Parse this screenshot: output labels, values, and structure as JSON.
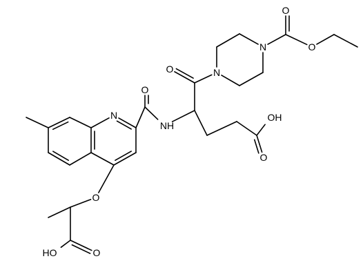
{
  "molecule": {
    "atoms": [
      {
        "id": "Me7",
        "label": ""
      },
      {
        "id": "C7",
        "label": ""
      },
      {
        "id": "C8",
        "label": ""
      },
      {
        "id": "C8a",
        "label": ""
      },
      {
        "id": "C4a",
        "label": ""
      },
      {
        "id": "C5",
        "label": ""
      },
      {
        "id": "C6",
        "label": ""
      },
      {
        "id": "N1",
        "label": "N"
      },
      {
        "id": "C2",
        "label": ""
      },
      {
        "id": "C3",
        "label": ""
      },
      {
        "id": "C4",
        "label": ""
      },
      {
        "id": "Oe",
        "label": "O"
      },
      {
        "id": "Cq",
        "label": ""
      },
      {
        "id": "Cme",
        "label": ""
      },
      {
        "id": "Cac",
        "label": ""
      },
      {
        "id": "Oac1",
        "label": "O"
      },
      {
        "id": "Oac2",
        "label": "HO"
      },
      {
        "id": "Cam",
        "label": ""
      },
      {
        "id": "Oam",
        "label": "O"
      },
      {
        "id": "Nam",
        "label": "NH"
      },
      {
        "id": "Ca",
        "label": ""
      },
      {
        "id": "Cb",
        "label": ""
      },
      {
        "id": "Cg",
        "label": ""
      },
      {
        "id": "Cd",
        "label": ""
      },
      {
        "id": "Od1",
        "label": "OH"
      },
      {
        "id": "Od2",
        "label": "O"
      },
      {
        "id": "Ck",
        "label": ""
      },
      {
        "id": "Ok",
        "label": "O"
      },
      {
        "id": "Np1",
        "label": "N"
      },
      {
        "id": "P2",
        "label": ""
      },
      {
        "id": "P3",
        "label": ""
      },
      {
        "id": "Np4",
        "label": "N"
      },
      {
        "id": "P5",
        "label": ""
      },
      {
        "id": "P6",
        "label": ""
      },
      {
        "id": "Cc",
        "label": ""
      },
      {
        "id": "Oc1",
        "label": "O"
      },
      {
        "id": "Oc2",
        "label": "O"
      },
      {
        "id": "Cet1",
        "label": ""
      },
      {
        "id": "Cet2",
        "label": ""
      }
    ],
    "bonds": [
      {
        "a": "Me7",
        "b": "C7",
        "order": 1
      },
      {
        "a": "C7",
        "b": "C8",
        "order": 2,
        "side": 1
      },
      {
        "a": "C8",
        "b": "C8a",
        "order": 1
      },
      {
        "a": "C8a",
        "b": "C4a",
        "order": 2,
        "side": -1
      },
      {
        "a": "C4a",
        "b": "C5",
        "order": 1
      },
      {
        "a": "C5",
        "b": "C6",
        "order": 2,
        "side": 1
      },
      {
        "a": "C6",
        "b": "C7",
        "order": 1
      },
      {
        "a": "C8a",
        "b": "N1",
        "order": 1
      },
      {
        "a": "N1",
        "b": "C2",
        "order": 2,
        "side": 1
      },
      {
        "a": "C2",
        "b": "C3",
        "order": 1
      },
      {
        "a": "C3",
        "b": "C4",
        "order": 2,
        "side": 1
      },
      {
        "a": "C4",
        "b": "C4a",
        "order": 1
      },
      {
        "a": "C4",
        "b": "Oe",
        "order": 1
      },
      {
        "a": "Oe",
        "b": "Cq",
        "order": 1
      },
      {
        "a": "Cq",
        "b": "Cme",
        "order": 1
      },
      {
        "a": "Cq",
        "b": "Cac",
        "order": 1
      },
      {
        "a": "Cac",
        "b": "Oac1",
        "order": 2,
        "side": 1
      },
      {
        "a": "Cac",
        "b": "Oac2",
        "order": 1
      },
      {
        "a": "C2",
        "b": "Cam",
        "order": 1
      },
      {
        "a": "Cam",
        "b": "Oam",
        "order": 2,
        "side": 1
      },
      {
        "a": "Cam",
        "b": "Nam",
        "order": 1
      },
      {
        "a": "Nam",
        "b": "Ca",
        "order": 1
      },
      {
        "a": "Ca",
        "b": "Cb",
        "order": 1
      },
      {
        "a": "Cb",
        "b": "Cg",
        "order": 1
      },
      {
        "a": "Cg",
        "b": "Cd",
        "order": 1
      },
      {
        "a": "Cd",
        "b": "Od1",
        "order": 1
      },
      {
        "a": "Cd",
        "b": "Od2",
        "order": 2,
        "side": 1
      },
      {
        "a": "Ca",
        "b": "Ck",
        "order": 1
      },
      {
        "a": "Ck",
        "b": "Ok",
        "order": 2,
        "side": 1
      },
      {
        "a": "Ck",
        "b": "Np1",
        "order": 1
      },
      {
        "a": "Np1",
        "b": "P2",
        "order": 1
      },
      {
        "a": "P2",
        "b": "P3",
        "order": 1
      },
      {
        "a": "P3",
        "b": "Np4",
        "order": 1
      },
      {
        "a": "Np4",
        "b": "P5",
        "order": 1
      },
      {
        "a": "P5",
        "b": "P6",
        "order": 1
      },
      {
        "a": "P6",
        "b": "Np1",
        "order": 1
      },
      {
        "a": "Np4",
        "b": "Cc",
        "order": 1
      },
      {
        "a": "Cc",
        "b": "Oc1",
        "order": 2,
        "side": 1
      },
      {
        "a": "Cc",
        "b": "Oc2",
        "order": 1
      },
      {
        "a": "Oc2",
        "b": "Cet1",
        "order": 1
      },
      {
        "a": "Cet1",
        "b": "Cet2",
        "order": 1
      }
    ]
  }
}
